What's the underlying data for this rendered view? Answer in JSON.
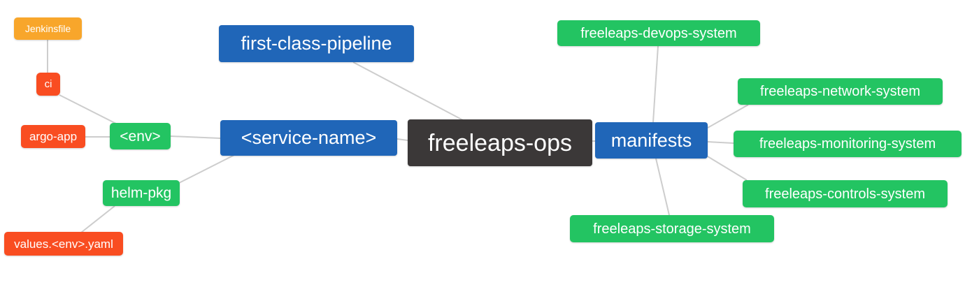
{
  "diagram": {
    "type": "mindmap",
    "root": "freeleaps-ops",
    "background": "#ffffff",
    "edge_color": "#cdcdcd"
  },
  "palette": {
    "blue": "#2066b8",
    "green": "#23c462",
    "red": "#f94d21",
    "amber": "#f8a62b",
    "dark": "#3b3838",
    "text": "#ffffff"
  },
  "nodes": {
    "jenkinsfile": {
      "label": "Jenkinsfile",
      "color": "#f8a62b"
    },
    "ci": {
      "label": "ci",
      "color": "#f94d21"
    },
    "argo_app": {
      "label": "argo-app",
      "color": "#f94d21"
    },
    "env": {
      "label": "<env>",
      "color": "#23c462"
    },
    "helm_pkg": {
      "label": "helm-pkg",
      "color": "#23c462"
    },
    "values_env_yaml": {
      "label": "values.<env>.yaml",
      "color": "#f94d21"
    },
    "first_class_pipeline": {
      "label": "first-class-pipeline",
      "color": "#2066b8"
    },
    "service_name": {
      "label": "<service-name>",
      "color": "#2066b8"
    },
    "freeleaps_ops": {
      "label": "freeleaps-ops",
      "color": "#3b3838"
    },
    "manifests": {
      "label": "manifests",
      "color": "#2066b8"
    },
    "devops_system": {
      "label": "freeleaps-devops-system",
      "color": "#23c462"
    },
    "network_system": {
      "label": "freeleaps-network-system",
      "color": "#23c462"
    },
    "monitoring_system": {
      "label": "freeleaps-monitoring-system",
      "color": "#23c462"
    },
    "controls_system": {
      "label": "freeleaps-controls-system",
      "color": "#23c462"
    },
    "storage_system": {
      "label": "freeleaps-storage-system",
      "color": "#23c462"
    }
  },
  "edges": [
    [
      "jenkinsfile",
      "ci"
    ],
    [
      "ci",
      "env"
    ],
    [
      "argo_app",
      "env"
    ],
    [
      "env",
      "service_name"
    ],
    [
      "helm_pkg",
      "service_name"
    ],
    [
      "values_env_yaml",
      "helm_pkg"
    ],
    [
      "first_class_pipeline",
      "freeleaps_ops"
    ],
    [
      "service_name",
      "freeleaps_ops"
    ],
    [
      "freeleaps_ops",
      "manifests"
    ],
    [
      "manifests",
      "devops_system"
    ],
    [
      "manifests",
      "network_system"
    ],
    [
      "manifests",
      "monitoring_system"
    ],
    [
      "manifests",
      "controls_system"
    ],
    [
      "manifests",
      "storage_system"
    ]
  ]
}
